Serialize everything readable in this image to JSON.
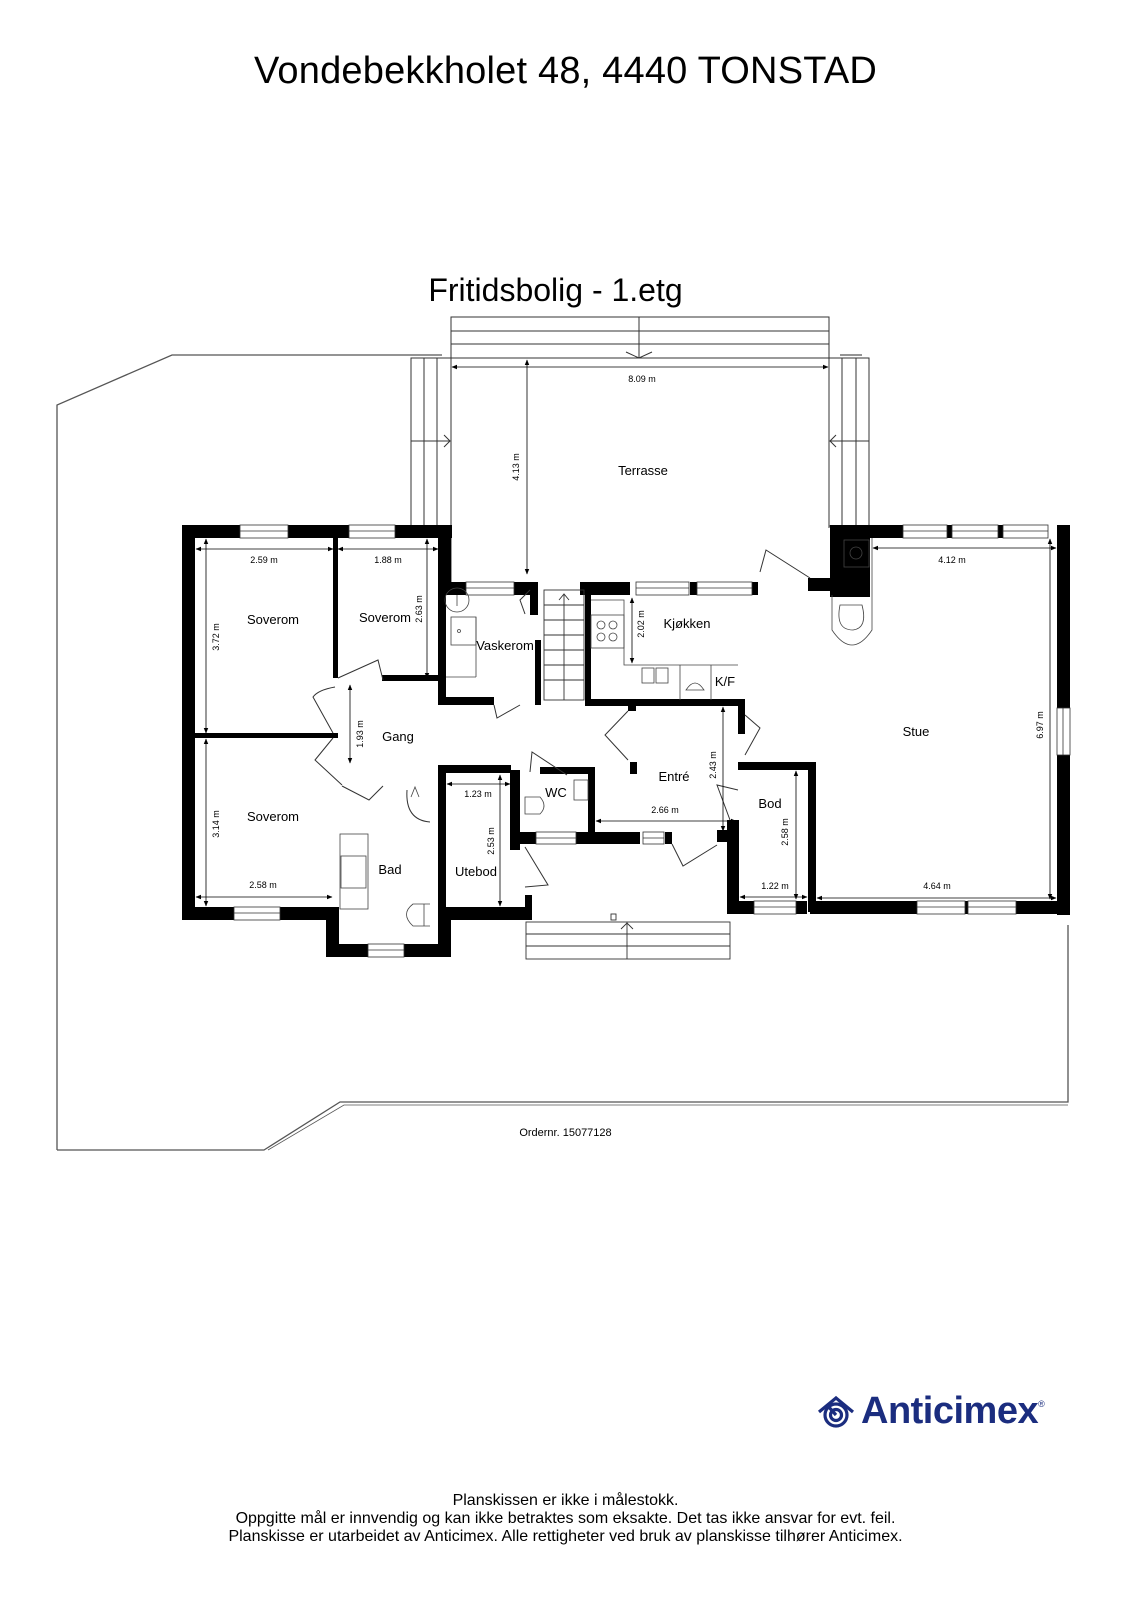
{
  "header": {
    "address": "Vondebekkholet 48, 4440 TONSTAD",
    "plan_title": "Fritidsbolig  - 1.etg"
  },
  "rooms": {
    "terrasse": {
      "label": "Terrasse",
      "width": "8.09 m",
      "depth": "4.13 m"
    },
    "soverom1": {
      "label": "Soverom",
      "width": "2.59 m",
      "depth": "3.72 m"
    },
    "soverom2": {
      "label": "Soverom",
      "width": "1.88 m",
      "depth": "2.63 m"
    },
    "soverom3": {
      "label": "Soverom",
      "width": "2.58 m",
      "depth": "3.14 m"
    },
    "vaskerom": {
      "label": "Vaskerom"
    },
    "kjokken": {
      "label": "Kjøkken",
      "depth": "2.02 m",
      "appliance": "K/F"
    },
    "stue": {
      "label": "Stue",
      "width_top": "4.12 m",
      "width_bottom": "4.64 m",
      "depth": "6.97 m"
    },
    "gang": {
      "label": "Gang",
      "depth": "1.93 m"
    },
    "bad": {
      "label": "Bad"
    },
    "utebod": {
      "label": "Utebod",
      "width": "1.23 m",
      "depth": "2.53 m"
    },
    "wc": {
      "label": "WC"
    },
    "entre": {
      "label": "Entré",
      "width": "2.66 m",
      "depth": "2.43 m"
    },
    "bod": {
      "label": "Bod",
      "width": "1.22 m",
      "depth": "2.58 m"
    }
  },
  "footer": {
    "order_number": "Ordernr. 15077128",
    "brand": "Anticimex",
    "brand_color": "#1b2d7f",
    "registered_mark": "®",
    "disclaimer_lines": [
      "Planskissen er ikke i målestokk.",
      "Oppgitte mål er innvendig og kan ikke betraktes som eksakte. Det tas ikke ansvar for evt. feil.",
      "Planskisse er utarbeidet av Anticimex. Alle rettigheter ved bruk av planskisse tilhører Anticimex."
    ]
  }
}
